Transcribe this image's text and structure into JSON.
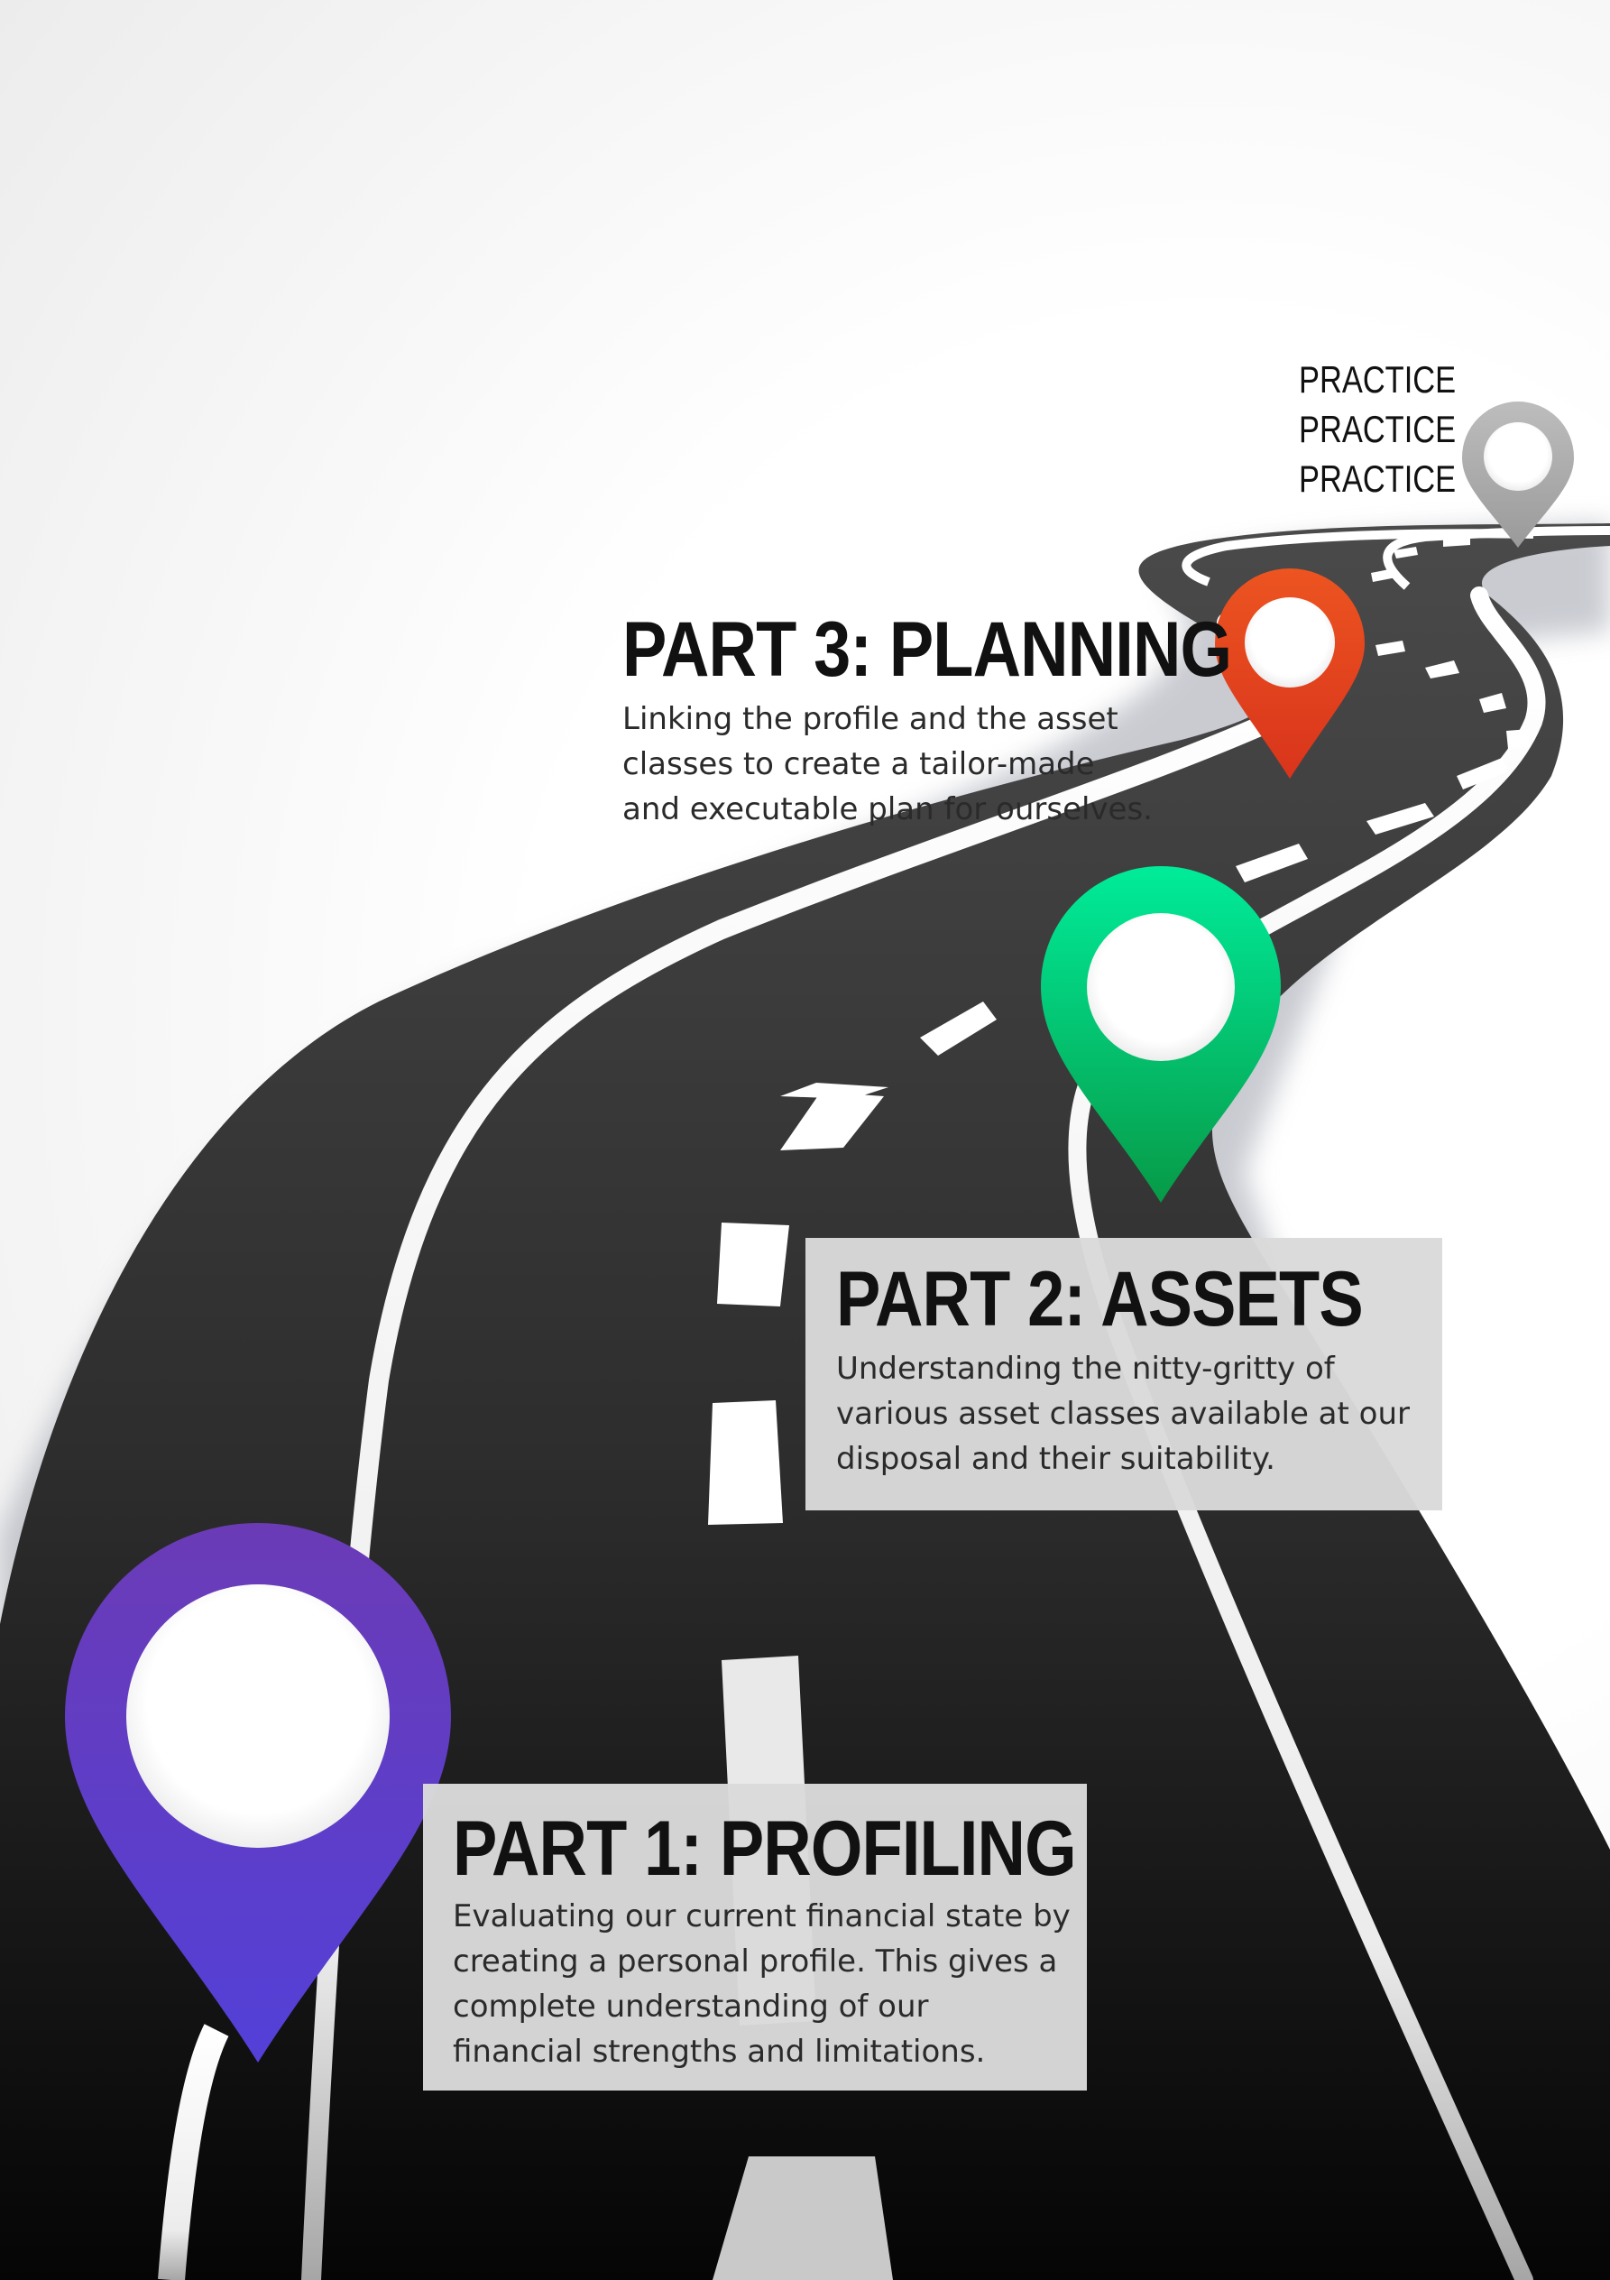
{
  "practice": {
    "lines": [
      "PRACTICE",
      "PRACTICE",
      "PRACTICE"
    ]
  },
  "parts": {
    "part3": {
      "title": "PART 3: PLANNING",
      "lines": [
        "Linking the profile and the asset",
        "classes to create a tailor-made",
        "and executable plan for ourselves."
      ]
    },
    "part2": {
      "title": "PART 2: ASSETS",
      "lines": [
        "Understanding the nitty-gritty of",
        "various asset classes available at our",
        "disposal and their suitability."
      ]
    },
    "part1": {
      "title": "PART 1: PROFILING",
      "lines": [
        "Evaluating our current financial state by",
        "creating a personal profile. This gives a",
        "complete understanding of our",
        "financial strengths and limitations."
      ]
    }
  },
  "markers": {
    "gray": "#a9a9a9",
    "orange": "#e8481c",
    "green": "#0fc27a",
    "purple": "#5b3fcf"
  },
  "icons": {
    "marker_gray": "map-pin-icon",
    "marker_orange": "map-pin-icon",
    "marker_green": "map-pin-icon",
    "marker_purple": "map-pin-icon"
  }
}
